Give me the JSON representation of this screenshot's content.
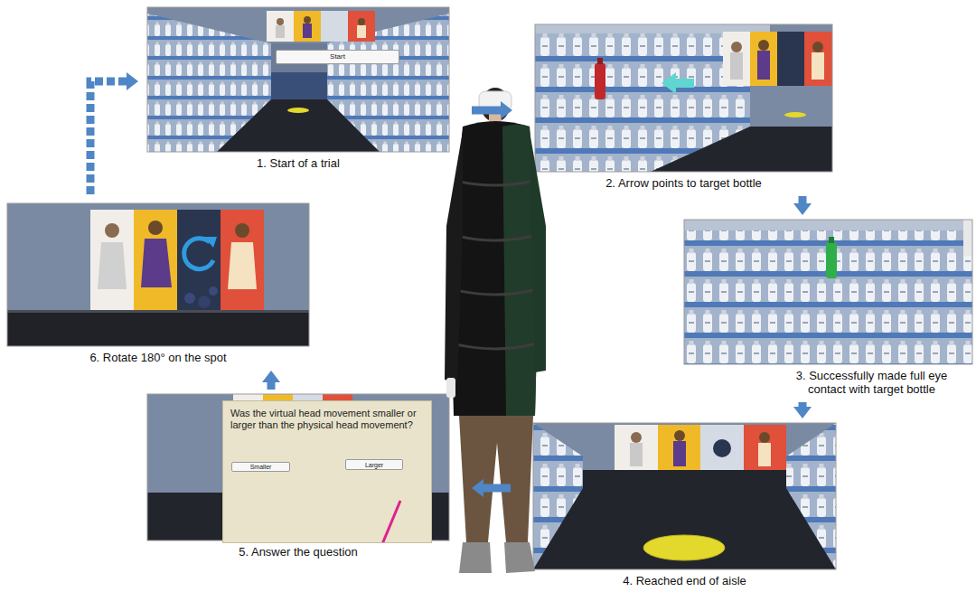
{
  "diagram": {
    "nodes": [
      {
        "text": [
          "1. Start of a trial"
        ]
      },
      {
        "text": [
          "Start"
        ],
        "in": 0
      },
      {
        "text": [
          "2. Arrow points to target bottle"
        ]
      },
      {
        "text": [
          "3. Successfully made full eye contact with target bottle"
        ]
      },
      {
        "text": [
          "4. Reached end of aisle"
        ]
      },
      {
        "text": [
          "5. Answer the question"
        ]
      },
      {
        "text": [
          "Was the virtual head movement smaller or larger than the physical head movement?"
        ],
        "in": 5
      },
      {
        "text": [
          "Smaller"
        ],
        "in": 6
      },
      {
        "text": [
          "Larger"
        ],
        "in": 6
      },
      {
        "text": [
          "6. Rotate 180° on the spot"
        ]
      }
    ],
    "edges": [
      {
        "from": 0,
        "to": 2,
        "arrow": "to"
      },
      {
        "from": 2,
        "to": 3,
        "arrow": "to"
      },
      {
        "from": 3,
        "to": 4,
        "arrow": "to"
      },
      {
        "from": 4,
        "to": 5,
        "arrow": "to"
      },
      {
        "from": 5,
        "to": 9,
        "arrow": "to"
      },
      {
        "from": 9,
        "to": 0,
        "arrow": "to"
      }
    ]
  }
}
